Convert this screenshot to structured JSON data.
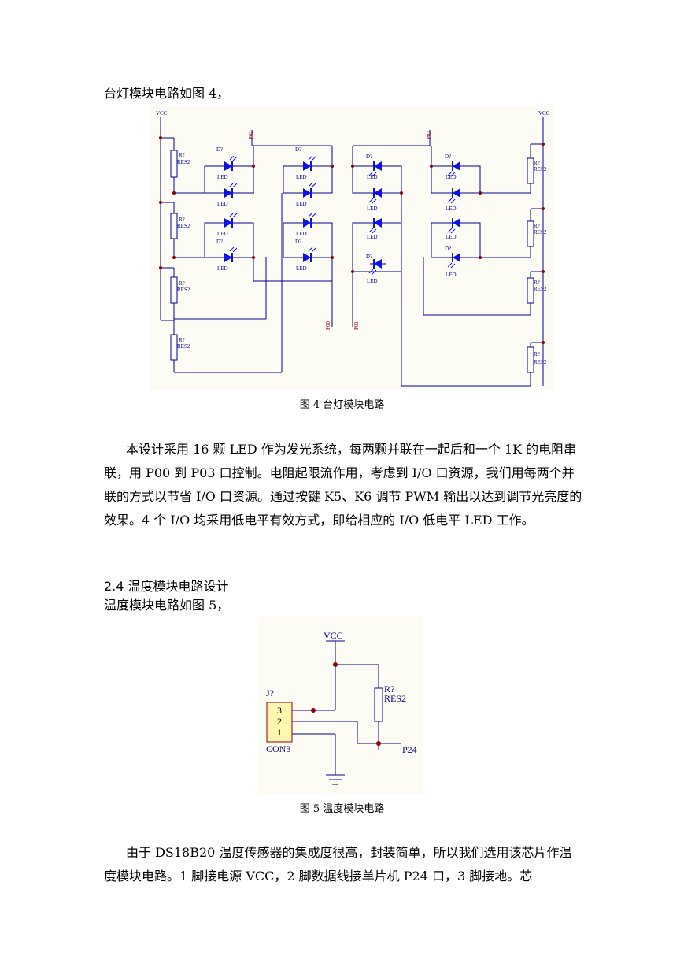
{
  "intro_fig4": "台灯模块电路如图 4，",
  "fig4": {
    "caption": "图 4  台灯模块电路",
    "vcc_left": "VCC",
    "vcc_right": "VCC",
    "port_p02": "P02",
    "port_p03": "P03",
    "port_p00": "P00",
    "port_p01": "P01",
    "res_ref": "R?",
    "res_val": "RES2",
    "led_ref": "D?",
    "led_val": "LED"
  },
  "para1": "本设计采用 16 颗 LED 作为发光系统，每两颗并联在一起后和一个 1K 的电阻串联，用 P00 到 P03 口控制。电阻起限流作用，考虑到 I/O 口资源，我们用每两个并联的方式以节省 I/O 口资源。通过按键 K5、K6 调节 PWM 输出以达到调节光亮度的效果。4 个 I/O 均采用低电平有效方式，即给相应的 I/O 低电平 LED 工作。",
  "section_heading": "2.4  温度模块电路设计",
  "intro_fig5": "温度模块电路如图 5，",
  "fig5": {
    "caption": "图 5  温度模块电路",
    "vcc": "VCC",
    "res_ref": "R?",
    "res_val": "RES2",
    "conn_ref": "J?",
    "conn_val": "CON3",
    "pin3": "3",
    "pin2": "2",
    "pin1": "1",
    "net_p24": "P24"
  },
  "para2": "由于 DS18B20 温度传感器的集成度很高，封装简单，所以我们选用该芯片作温度模块电路。1 脚接电源 VCC，2 脚数据线接单片机 P24 口，3 脚接地。芯"
}
